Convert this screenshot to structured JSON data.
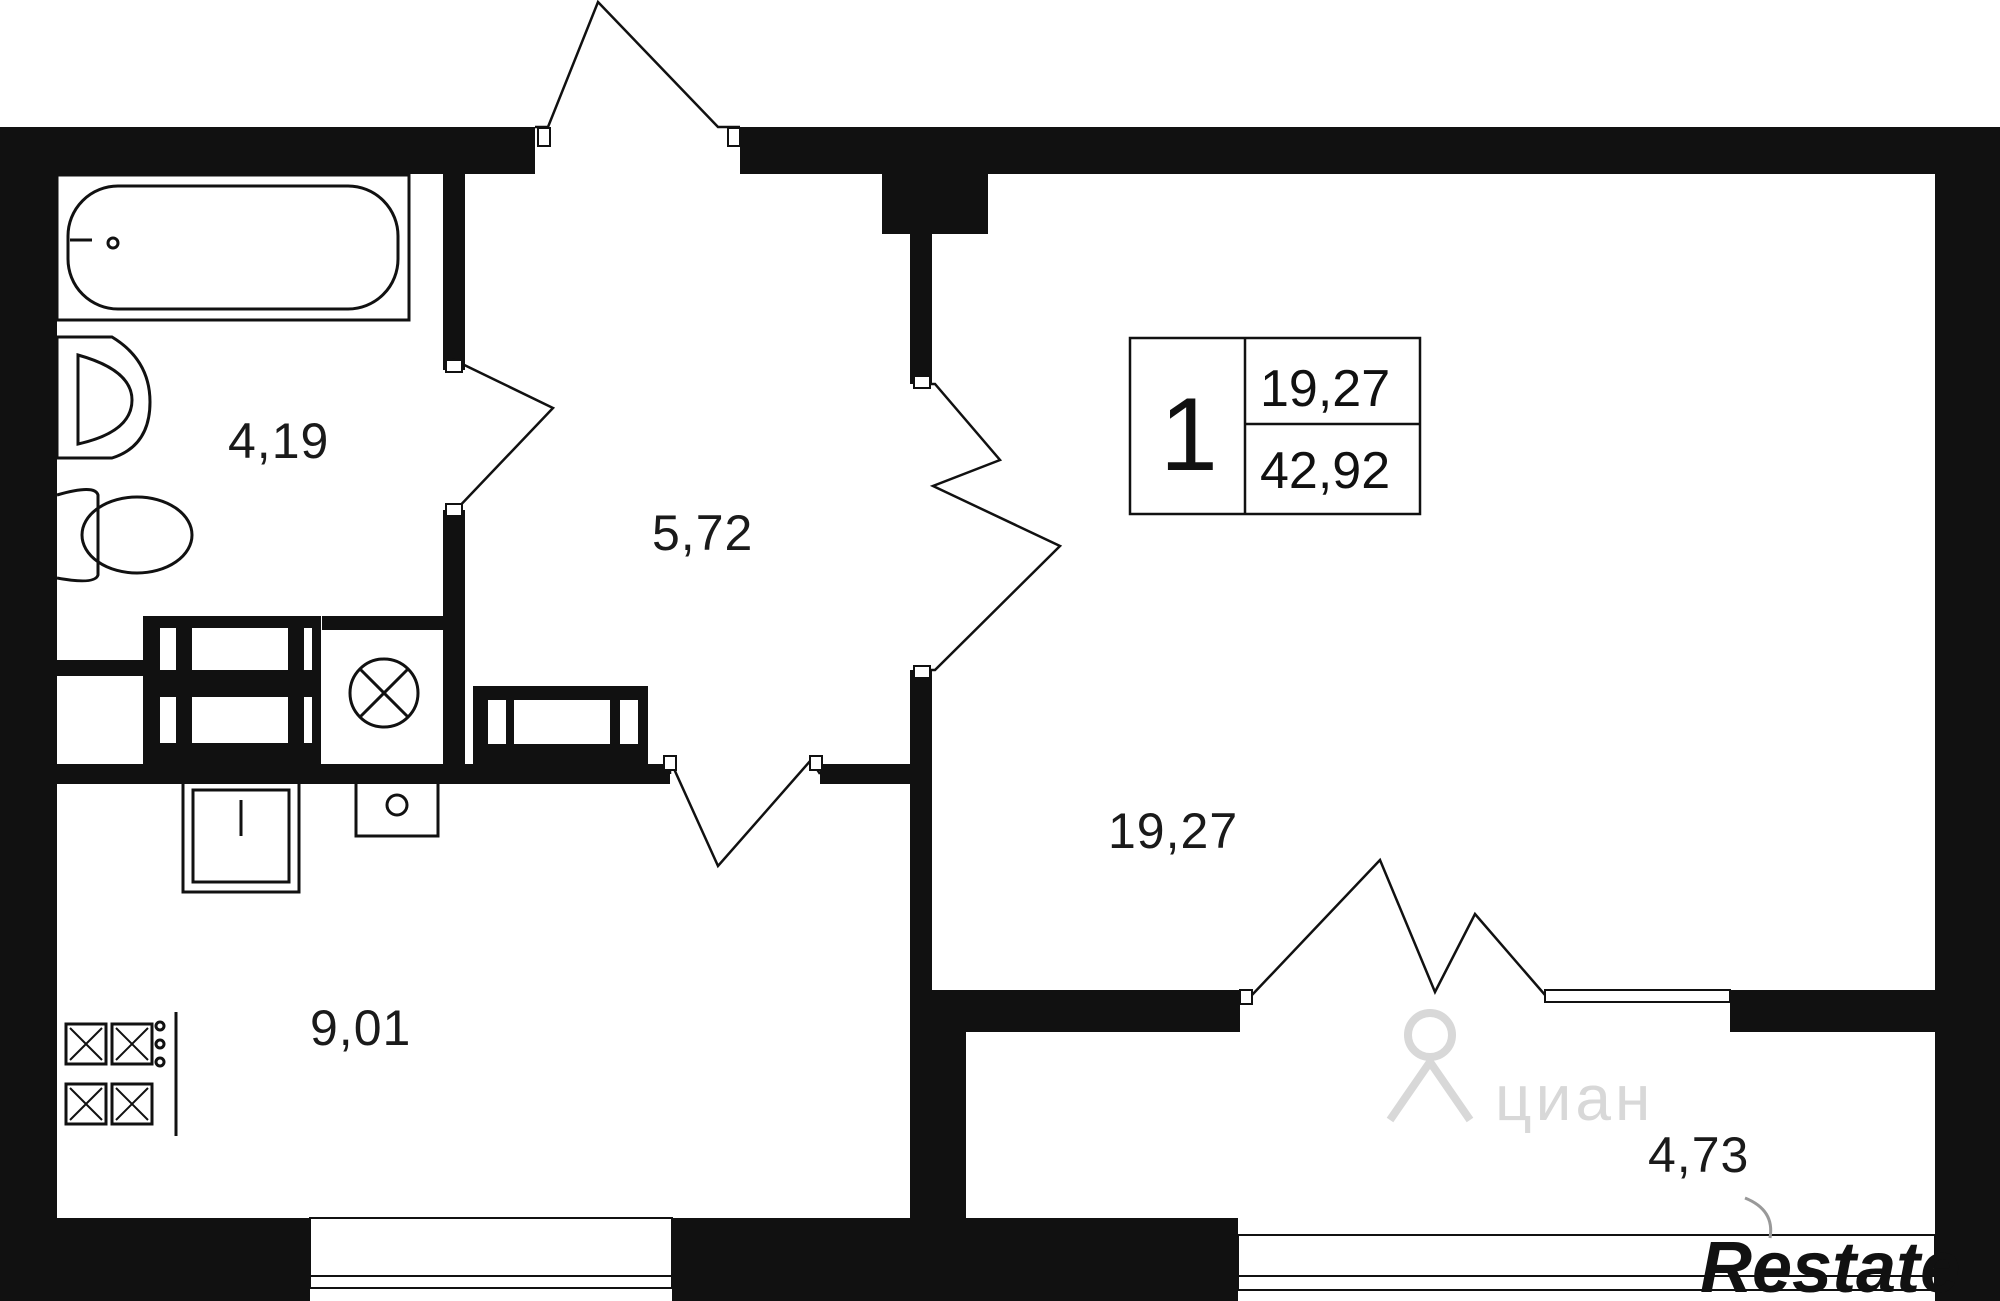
{
  "plan": {
    "rooms": [
      {
        "id": "bathroom",
        "area": "4,19"
      },
      {
        "id": "hallway",
        "area": "5,72"
      },
      {
        "id": "living-room",
        "area": "19,27"
      },
      {
        "id": "kitchen",
        "area": "9,01"
      },
      {
        "id": "balcony",
        "area": "4,73"
      }
    ],
    "info_box": {
      "rooms_count": "1",
      "living_area": "19,27",
      "total_area": "42,92"
    },
    "watermark": "циан",
    "brand": "Restate"
  }
}
